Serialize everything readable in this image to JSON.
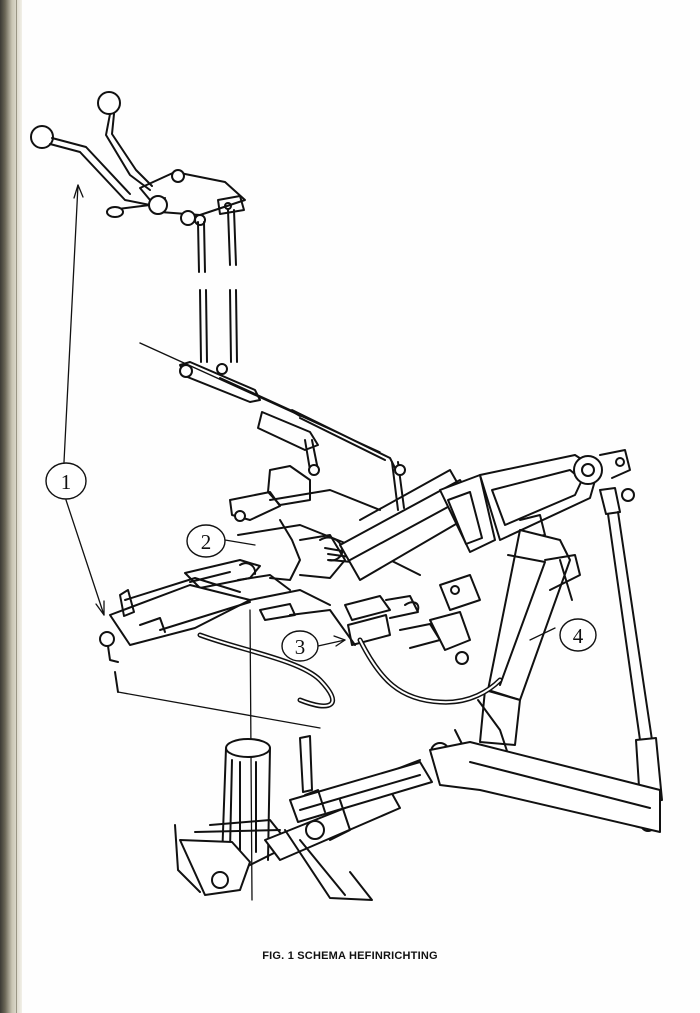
{
  "figure": {
    "caption": "FIG. 1  SCHEMA HEFINRICHTING",
    "callouts": [
      {
        "label": "1"
      },
      {
        "label": "2"
      },
      {
        "label": "3"
      },
      {
        "label": "4"
      }
    ]
  },
  "colors": {
    "ink": "#111111",
    "paper": "#fefefe",
    "spine": "#3b3a34"
  }
}
